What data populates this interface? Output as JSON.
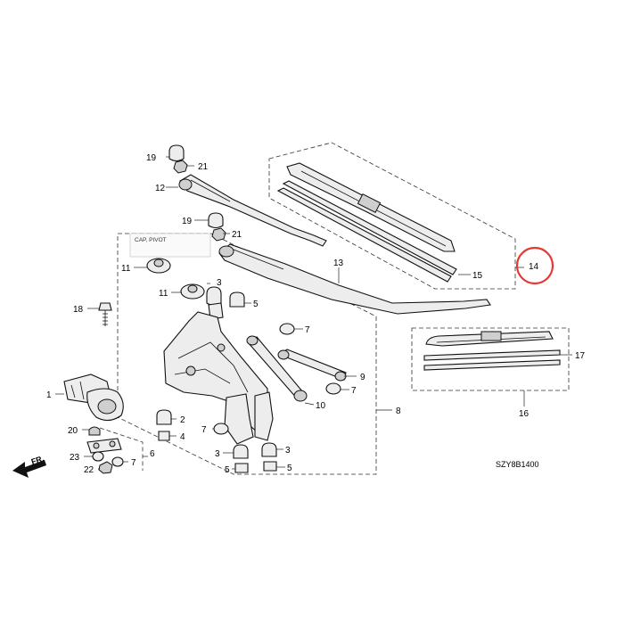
{
  "diagram_code": "SZY8B1400",
  "pivot_label": "CAP, PIVOT",
  "front_label": "FR.",
  "highlight_part": "14",
  "highlight_color": "#e53935",
  "callouts": {
    "c1": "1",
    "c2": "2",
    "c3a": "3",
    "c3b": "3",
    "c4": "4",
    "c5a": "5",
    "c5b": "5",
    "c5c": "5",
    "c6": "6",
    "c7a": "7",
    "c7b": "7",
    "c7c": "7",
    "c7d": "7",
    "c8": "8",
    "c9": "9",
    "c10": "10",
    "c11a": "11",
    "c11b": "11",
    "c12": "12",
    "c13": "13",
    "c14": "14",
    "c15": "15",
    "c16": "16",
    "c17": "17",
    "c18": "18",
    "c19a": "19",
    "c19b": "19",
    "c20": "20",
    "c21a": "21",
    "c21b": "21",
    "c22": "22",
    "c23": "23"
  }
}
